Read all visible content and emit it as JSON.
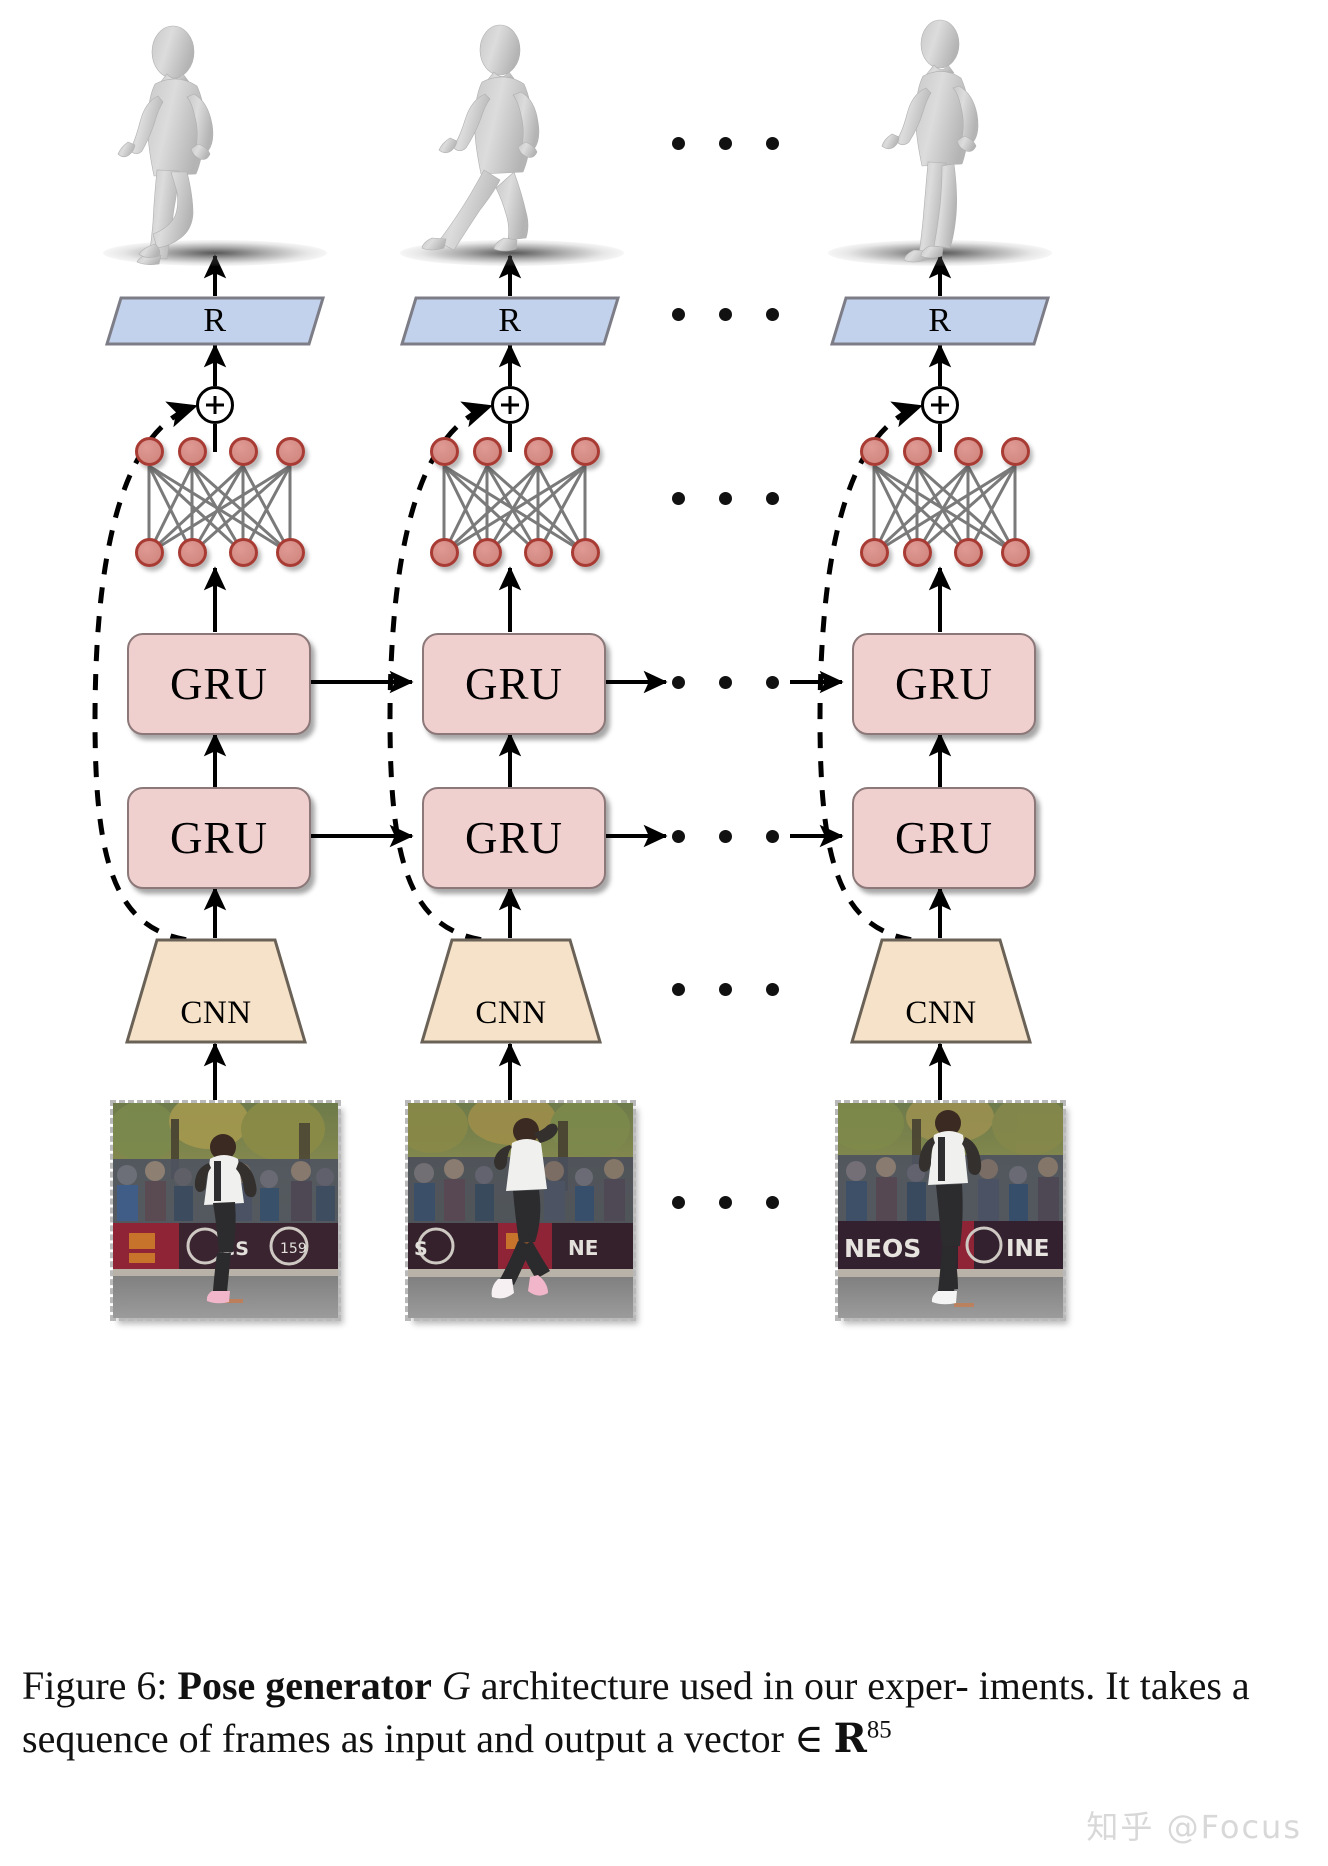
{
  "figure": {
    "id": "figure-6",
    "caption": {
      "prefix": "Figure 6:",
      "bold_part": "Pose generator",
      "symbol": "G",
      "rest_line1": "architecture used in our exper-",
      "line2": "iments. It takes a sequence of frames as input and output a",
      "line3_prefix": "vector",
      "line3_member": "∈",
      "line3_set": "R",
      "line3_exp": "85"
    },
    "watermark": "知乎 @Focus"
  },
  "columns": [
    {
      "index": 0,
      "mesh_label": "smpl-mesh-frame-1",
      "r_block": "R",
      "cnn_block": "CNN",
      "gru_upper": "GRU",
      "gru_lower": "GRU",
      "input_frame": "runner-frame-1"
    },
    {
      "index": 1,
      "mesh_label": "smpl-mesh-frame-2",
      "r_block": "R",
      "cnn_block": "CNN",
      "gru_upper": "GRU",
      "gru_lower": "GRU",
      "input_frame": "runner-frame-2"
    },
    {
      "index": 2,
      "mesh_label": "smpl-mesh-frame-t",
      "r_block": "R",
      "cnn_block": "CNN",
      "gru_upper": "GRU",
      "gru_lower": "GRU",
      "input_frame": "runner-frame-t"
    }
  ],
  "operators": {
    "residual_add": "⊕",
    "ellipsis": "· · ·"
  },
  "mlp": {
    "neurons_per_layer": 4,
    "layers": 2,
    "description": "fully-connected regressor"
  },
  "colors": {
    "r_block_fill": "#c3d2ec",
    "r_block_stroke": "#7d7d88",
    "cnn_block_fill": "#f6e2c8",
    "cnn_block_stroke": "#6b6257",
    "gru_fill": "#f0cfcf",
    "gru_stroke": "#8c7878",
    "neuron_fill": "#d9918a",
    "neuron_stroke": "#a83b33",
    "arrow": "#000000",
    "mlp_edge": "#7a7a7a",
    "dashed_skip": "#000000"
  }
}
